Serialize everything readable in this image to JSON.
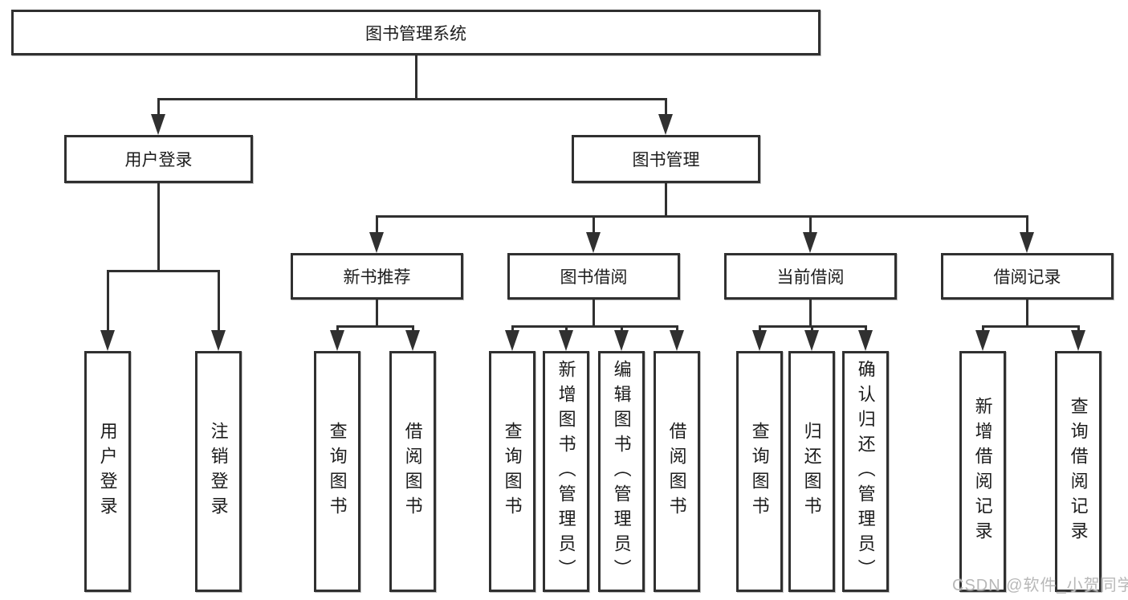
{
  "root": {
    "label": "图书管理系统"
  },
  "level2": [
    {
      "label": "用户登录"
    },
    {
      "label": "图书管理"
    }
  ],
  "level3": [
    {
      "label": "新书推荐"
    },
    {
      "label": "图书借阅"
    },
    {
      "label": "当前借阅"
    },
    {
      "label": "借阅记录"
    }
  ],
  "leaves": {
    "login": [
      "用户登录",
      "注销登录"
    ],
    "recommend": [
      "查询图书",
      "借阅图书"
    ],
    "borrow": [
      "查询图书",
      "新增图书（管理员）",
      "编辑图书（管理员）",
      "借阅图书"
    ],
    "current": [
      "查询图书",
      "归还图书",
      "确认归还（管理员）"
    ],
    "record": [
      "新增借阅记录",
      "查询借阅记录"
    ]
  },
  "watermark": {
    "text": "CSDN @软件_小贺同学"
  },
  "colors": {
    "line": "#303030",
    "box_background": "#ffffff",
    "text": "#1c1c1c",
    "watermark": "#b8b8b8"
  }
}
